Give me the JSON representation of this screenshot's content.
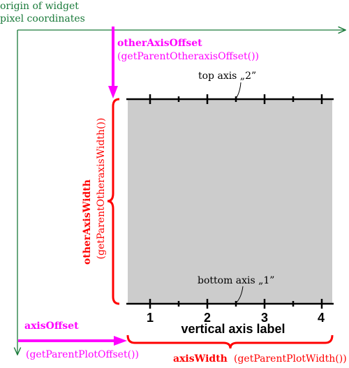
{
  "colors": {
    "origin": "#1a7a3a",
    "offset": "#ff00ff",
    "width": "#ff0000",
    "plot_area": "#cccccc",
    "axis": "#000000"
  },
  "origin_label": {
    "line1": "origin of widget",
    "line2": "pixel coordinates"
  },
  "other_axis_offset": {
    "title": "otherAxisOffset",
    "function": "(getParentOtheraxisOffset())"
  },
  "other_axis_width": {
    "title": "otherAxisWidth",
    "function": "(getParentOtheraxisWidth())"
  },
  "axis_offset": {
    "title": "axisOffset",
    "function": "(getParentPlotOffset())"
  },
  "axis_width": {
    "title": "axisWidth",
    "function": "(getParentPlotWidth())"
  },
  "top_axis": {
    "label": "top axis „2”"
  },
  "bottom_axis": {
    "label": "bottom axis „1”",
    "ticks": [
      "1",
      "2",
      "3",
      "4"
    ],
    "title": "vertical axis label"
  }
}
